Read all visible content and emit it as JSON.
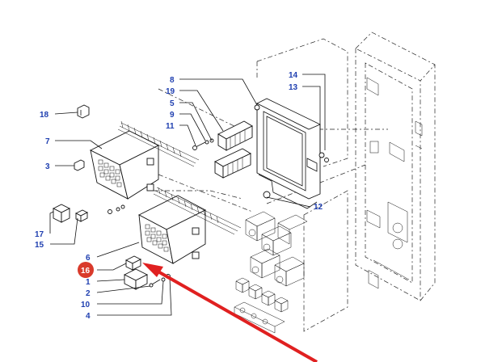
{
  "callouts": {
    "c18": "18",
    "c7": "7",
    "c3": "3",
    "c17": "17",
    "c15": "15",
    "c6": "6",
    "c16": "16",
    "c1": "1",
    "c2": "2",
    "c10": "10",
    "c4": "4",
    "c8": "8",
    "c19": "19",
    "c5": "5",
    "c9": "9",
    "c11": "11",
    "c14": "14",
    "c13": "13",
    "c12": "12"
  },
  "colors": {
    "callout_text": "#1f3fb0",
    "highlight_badge": "#d93a2b",
    "arrow": "#e02020",
    "line_art": "#111111"
  },
  "highlighted_part": "16"
}
